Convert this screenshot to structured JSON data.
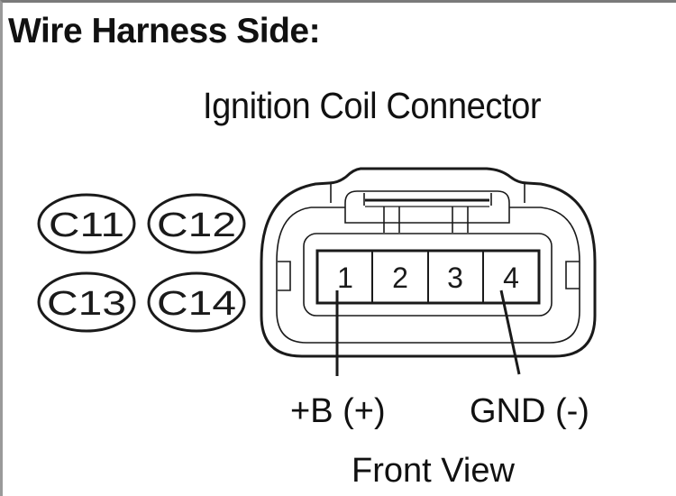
{
  "header": {
    "title": "Wire Harness Side:",
    "subtitle": "Ignition Coil Connector"
  },
  "connector_codes": [
    {
      "code": "C11"
    },
    {
      "code": "C12"
    },
    {
      "code": "C13"
    },
    {
      "code": "C14"
    }
  ],
  "connector": {
    "pins": [
      {
        "number": "1"
      },
      {
        "number": "2"
      },
      {
        "number": "3"
      },
      {
        "number": "4"
      }
    ],
    "callouts": {
      "pin1_label": "+B (+)",
      "pin4_label": "GND (-)"
    },
    "view_label": "Front View"
  },
  "colors": {
    "line": "#1a1a1a",
    "background": "#ffffff",
    "frame": "#7a7a7a"
  }
}
